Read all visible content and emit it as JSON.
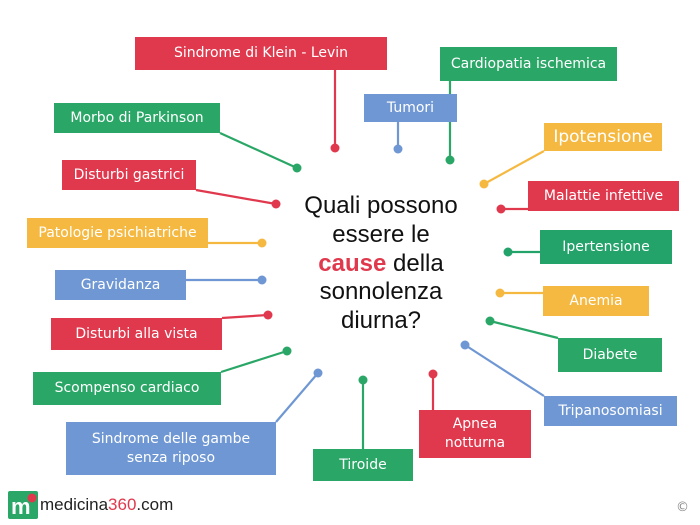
{
  "diagram": {
    "question": {
      "line1": "Quali possono",
      "line2": "essere le",
      "highlight": "cause",
      "line3_rest": " della",
      "line4": "sonnolenza",
      "line5": "diurna?"
    },
    "colors": {
      "red": "#e0394d",
      "green": "#2aa767",
      "blue": "#6f97d3",
      "yellow": "#f5b942",
      "ipertensione_green": "#23a36a",
      "question_text": "#111111"
    },
    "causes": [
      {
        "id": "klein-levin",
        "label": "Sindrome di Klein - Levin",
        "color": "red"
      },
      {
        "id": "cardiopatia",
        "label": "Cardiopatia ischemica",
        "color": "green"
      },
      {
        "id": "tumori",
        "label": "Tumori",
        "color": "blue"
      },
      {
        "id": "parkinson",
        "label": "Morbo di Parkinson",
        "color": "green"
      },
      {
        "id": "ipotensione",
        "label": "Ipotensione",
        "color": "yellow"
      },
      {
        "id": "disturbi-gastrici",
        "label": "Disturbi gastrici",
        "color": "red"
      },
      {
        "id": "malattie-infettive",
        "label": "Malattie infettive",
        "color": "red"
      },
      {
        "id": "patologie-psichiatriche",
        "label": "Patologie psichiatriche",
        "color": "yellow"
      },
      {
        "id": "ipertensione",
        "label": "Ipertensione",
        "color": "ipertensione_green"
      },
      {
        "id": "gravidanza",
        "label": "Gravidanza",
        "color": "blue"
      },
      {
        "id": "anemia",
        "label": "Anemia",
        "color": "yellow"
      },
      {
        "id": "disturbi-vista",
        "label": "Disturbi alla vista",
        "color": "red"
      },
      {
        "id": "diabete",
        "label": "Diabete",
        "color": "green"
      },
      {
        "id": "scompenso",
        "label": "Scompenso cardiaco",
        "color": "green"
      },
      {
        "id": "tripanosomiasi",
        "label": "Tripanosomiasi",
        "color": "blue"
      },
      {
        "id": "gambe-senza-riposo",
        "label": "Sindrome delle gambe\nsenza riposo",
        "color": "blue"
      },
      {
        "id": "apnea",
        "label": "Apnea\nnotturna",
        "color": "red"
      },
      {
        "id": "tiroide",
        "label": "Tiroide",
        "color": "green"
      }
    ]
  },
  "brand": {
    "name_prefix": "medicina",
    "name_number": "360",
    "name_suffix": ".com",
    "copyright": "©"
  }
}
